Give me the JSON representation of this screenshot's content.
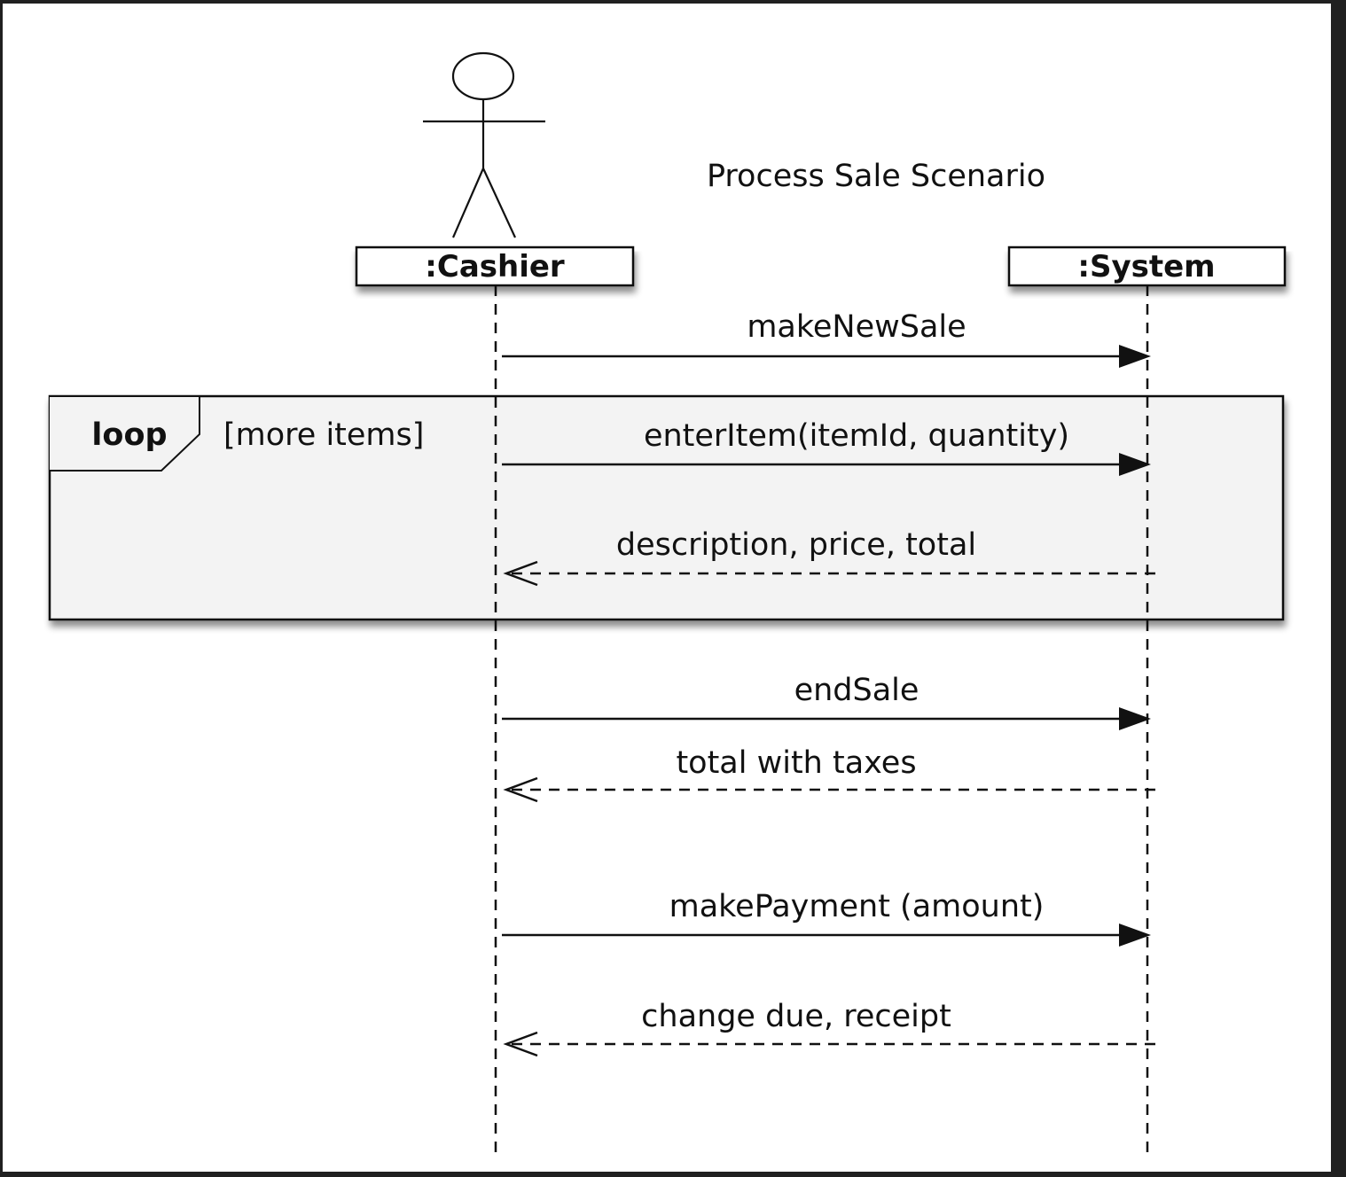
{
  "diagram": {
    "title": "Process Sale Scenario",
    "participants": [
      {
        "id": "cashier",
        "label": ":Cashier",
        "actor": true
      },
      {
        "id": "system",
        "label": ":System",
        "actor": false
      }
    ],
    "fragment": {
      "operator": "loop",
      "guard": "[more items]"
    },
    "messages": [
      {
        "label": "makeNewSale",
        "from": "cashier",
        "to": "system",
        "kind": "sync"
      },
      {
        "label": "enterItem(itemId, quantity)",
        "from": "cashier",
        "to": "system",
        "kind": "sync"
      },
      {
        "label": "description, price, total",
        "from": "system",
        "to": "cashier",
        "kind": "return"
      },
      {
        "label": "endSale",
        "from": "cashier",
        "to": "system",
        "kind": "sync"
      },
      {
        "label": "total with taxes",
        "from": "system",
        "to": "cashier",
        "kind": "return"
      },
      {
        "label": "makePayment (amount)",
        "from": "cashier",
        "to": "system",
        "kind": "sync"
      },
      {
        "label": "change due, receipt",
        "from": "system",
        "to": "cashier",
        "kind": "return"
      }
    ]
  }
}
